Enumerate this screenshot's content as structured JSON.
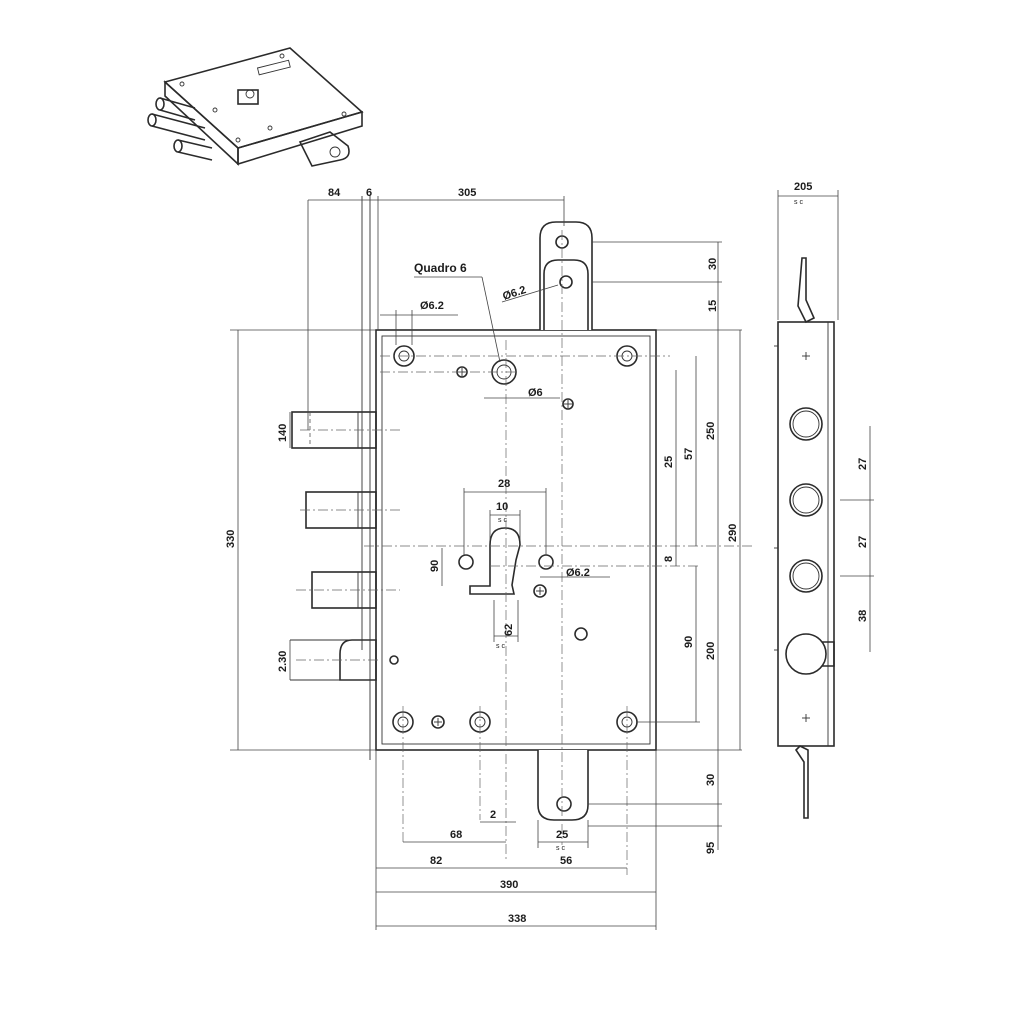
{
  "labels": {
    "quadro": "Quadro 6",
    "d62_top": "Ø6.2",
    "d62_tab": "Ø6.2",
    "d6": "Ø6",
    "d62_right": "Ø6.2"
  },
  "dims": {
    "top_84": "84",
    "top_6": "6",
    "top_305": "305",
    "right_30_top": "30",
    "right_15": "15",
    "right_250": "250",
    "right_57": "57",
    "right_25": "25",
    "right_290": "290",
    "right_8": "8",
    "right_90": "90",
    "right_200": "200",
    "right_30_bottom": "30",
    "right_95": "95",
    "left_330": "330",
    "bolt_140": "140",
    "bolt_230": "2.30",
    "cyl_28": "28",
    "cyl_10": "10",
    "cyl_10_sub": "s  c",
    "cyl_90": "90",
    "cyl_62": "62",
    "cyl_62_sub": "s  c",
    "bot_2": "2",
    "bot_68": "68",
    "bot_25": "25",
    "bot_25_sub": "s  c",
    "bot_82": "82",
    "bot_56": "56",
    "bot_390": "390",
    "bot_338": "338",
    "side_205": "205",
    "side_205_sub": "s    c",
    "side_27a": "27",
    "side_27b": "27",
    "side_38": "38"
  }
}
